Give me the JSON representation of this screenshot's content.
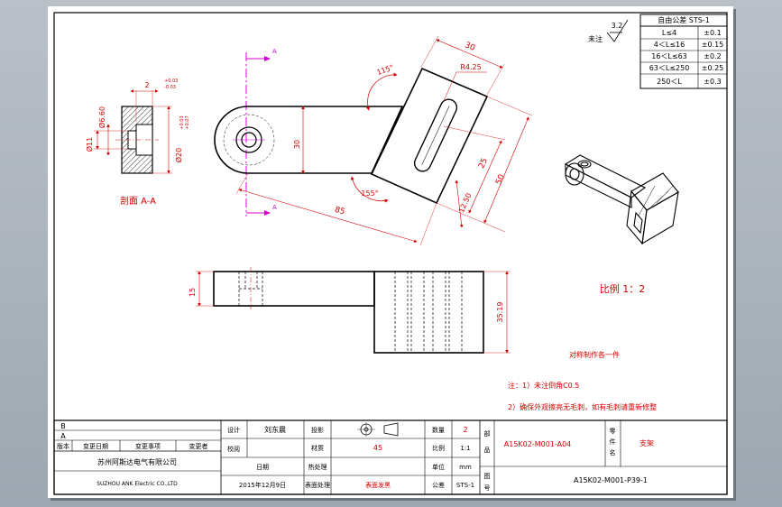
{
  "drawing": {
    "tolerance_table": {
      "header": "自由公差 STS-1",
      "rows": [
        {
          "range": "L≤4",
          "tol": "±0.1"
        },
        {
          "range": "4＜L≤16",
          "tol": "±0.15"
        },
        {
          "range": "16＜L≤63",
          "tol": "±0.2"
        },
        {
          "range": "63＜L≤250",
          "tol": "±0.25"
        },
        {
          "range": "250＜L",
          "tol": "±0.3"
        }
      ]
    },
    "roughness": {
      "value": "3.2",
      "label": "未注"
    },
    "section": {
      "label": "剖面 A-A",
      "dims": {
        "phi660": "Ø6.60",
        "phi11": "Ø11",
        "phi20": "Ø20",
        "tol_phi20_upper": "+0.03",
        "tol_phi20_lower": "+0.07",
        "depth2": "2",
        "tol_2_upper": "+0.03",
        "tol_2_lower": "-0.03"
      }
    },
    "top_view": {
      "section_mark": "A",
      "dims": {
        "d30_side": "30",
        "d30_top": "30",
        "angle115": "115°",
        "r425": "R4.25",
        "angle155": "155°",
        "d85": "85",
        "d25": "25",
        "d1250": "12.50",
        "d50": "50"
      }
    },
    "front_view": {
      "dims": {
        "d15": "15",
        "d3519": "35.19"
      }
    },
    "scale_note": "比例 1：2",
    "qty_note": "对称制作各一件",
    "notes": [
      "注：1）未注倒角C0.5",
      "2）确保外观擦亮无毛刺，如有毛刺请重新修整"
    ],
    "title_block": {
      "rev_b": "B",
      "rev_a": "A",
      "hdr_version": "版本",
      "hdr_change_date": "变更日期",
      "hdr_change_item": "变更事项",
      "hdr_changer": "变更者",
      "hdr_checker": "校阅",
      "designer_label": "设计",
      "designer": "刘东晨",
      "projection_label": "投影",
      "qty_label": "数量",
      "qty": "2",
      "material_label": "材质",
      "material": "45",
      "scale_label": "比例",
      "scale": "1:1",
      "unit_label": "单位",
      "unit": "mm",
      "company_cn": "苏州阿斯达电气有限公司",
      "company_en": "SUZHOU ANK Electric CO.,LTD",
      "date_label": "日期",
      "date": "2015年12月9日",
      "heat_label": "热处理",
      "surface_label": "表面处理",
      "surface": "表面发黑",
      "std_label": "公差",
      "std": "STS-1",
      "drawing_no_label_1": "图",
      "drawing_no_label_2": "号",
      "part_no_label_1": "部",
      "part_no_label_2": "品",
      "part_no": "A15K02-M001-A04",
      "part_name_label_1": "零",
      "part_name_label_2": "件",
      "part_name_label_3": "名",
      "part_name": "支架",
      "drawing_no": "A15K02-M001-P39-1"
    }
  }
}
